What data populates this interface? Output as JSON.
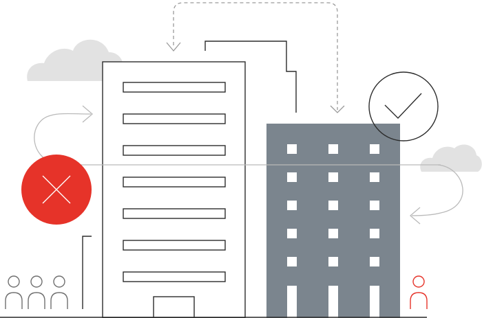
{
  "illustration": {
    "colors": {
      "line": "#2b2b2b",
      "building_dark": "#7b858e",
      "window_light": "#ffffff",
      "cloud": "#e2e2e2",
      "arrow": "#b9b9b9",
      "reject": "#e63329",
      "approve_stroke": "#2b2b2b",
      "person_gray": "#6f6f6f",
      "person_red": "#e63329"
    },
    "icons": {
      "reject": "x-icon",
      "approve": "checkmark-icon",
      "people": "person-icon",
      "cloud": "cloud-icon",
      "arrow": "arrow-icon"
    },
    "counts": {
      "office_floors": 7,
      "window_columns": 3,
      "window_rows": 5,
      "people_group": 3
    }
  }
}
